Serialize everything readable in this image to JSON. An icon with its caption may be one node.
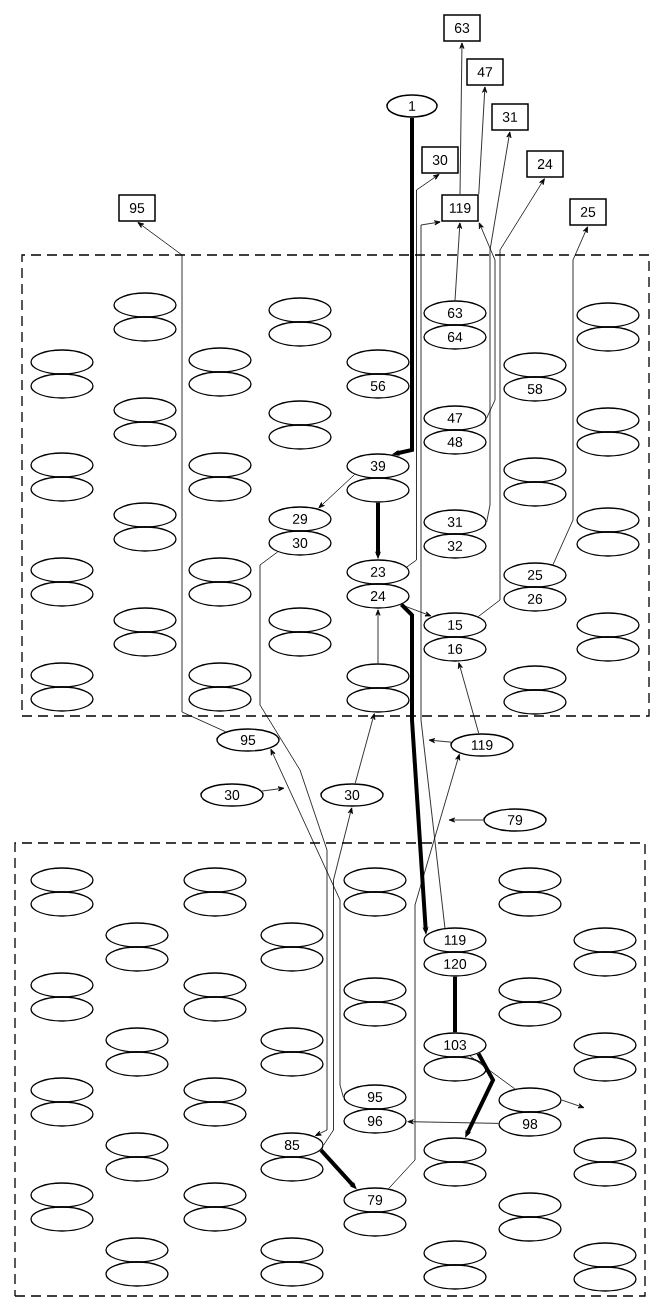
{
  "diagram": {
    "nodes": [
      {
        "text": [
          "63"
        ]
      },
      {
        "text": [
          "47"
        ]
      },
      {
        "text": [
          "1"
        ]
      },
      {
        "text": [
          "31"
        ]
      },
      {
        "text": [
          "30"
        ]
      },
      {
        "text": [
          "24"
        ]
      },
      {
        "text": [
          "95"
        ]
      },
      {
        "text": [
          "119"
        ]
      },
      {
        "text": [
          "25"
        ]
      },
      {
        "text": [],
        "shape": "box"
      },
      {
        "text": [],
        "shape": "ellipse",
        "in": 9
      },
      {
        "text": [],
        "shape": "ellipse",
        "in": 9
      },
      {
        "text": [],
        "shape": "ellipse",
        "in": 9
      },
      {
        "text": [],
        "shape": "ellipse",
        "in": 9
      },
      {
        "text": [],
        "shape": "ellipse",
        "in": 9
      },
      {
        "text": [],
        "shape": "ellipse",
        "in": 9
      },
      {
        "text": [],
        "shape": "ellipse",
        "in": 9
      },
      {
        "text": [],
        "shape": "ellipse",
        "in": 9
      },
      {
        "text": [],
        "shape": "ellipse",
        "in": 9
      },
      {
        "text": [],
        "shape": "ellipse",
        "in": 9
      },
      {
        "text": [],
        "shape": "ellipse",
        "in": 9
      },
      {
        "text": [],
        "shape": "ellipse",
        "in": 9
      },
      {
        "text": [],
        "shape": "ellipse",
        "in": 9
      },
      {
        "text": [],
        "shape": "ellipse",
        "in": 9
      },
      {
        "text": [],
        "shape": "ellipse",
        "in": 9
      },
      {
        "text": [],
        "shape": "ellipse",
        "in": 9
      },
      {
        "text": [],
        "shape": "ellipse",
        "in": 9
      },
      {
        "text": [],
        "shape": "ellipse",
        "in": 9
      },
      {
        "text": [],
        "shape": "ellipse",
        "in": 9
      },
      {
        "text": [],
        "shape": "ellipse",
        "in": 9
      },
      {
        "text": [],
        "shape": "ellipse",
        "in": 9
      },
      {
        "text": [],
        "shape": "ellipse",
        "in": 9
      },
      {
        "text": [],
        "shape": "ellipse",
        "in": 9
      },
      {
        "text": [],
        "shape": "ellipse",
        "in": 9
      },
      {
        "text": [],
        "shape": "ellipse",
        "in": 9
      },
      {
        "text": [],
        "shape": "ellipse",
        "in": 9
      },
      {
        "text": [],
        "shape": "ellipse",
        "in": 9
      },
      {
        "text": [],
        "shape": "ellipse",
        "in": 9
      },
      {
        "text": [
          "29"
        ],
        "in": 9
      },
      {
        "text": [
          "30"
        ],
        "in": 9
      },
      {
        "text": [],
        "shape": "ellipse",
        "in": 9
      },
      {
        "text": [],
        "shape": "ellipse",
        "in": 9
      },
      {
        "text": [],
        "shape": "ellipse",
        "in": 9
      },
      {
        "text": [
          "56"
        ],
        "in": 9
      },
      {
        "text": [
          "39"
        ],
        "in": 9
      },
      {
        "text": [],
        "shape": "ellipse",
        "in": 9
      },
      {
        "text": [
          "23"
        ],
        "in": 9
      },
      {
        "text": [
          "24"
        ],
        "in": 9
      },
      {
        "text": [],
        "shape": "ellipse",
        "in": 9
      },
      {
        "text": [],
        "shape": "ellipse",
        "in": 9
      },
      {
        "text": [
          "63"
        ],
        "in": 9
      },
      {
        "text": [
          "64"
        ],
        "in": 9
      },
      {
        "text": [
          "47"
        ],
        "in": 9
      },
      {
        "text": [
          "48"
        ],
        "in": 9
      },
      {
        "text": [
          "31"
        ],
        "in": 9
      },
      {
        "text": [
          "32"
        ],
        "in": 9
      },
      {
        "text": [
          "15"
        ],
        "in": 9
      },
      {
        "text": [
          "16"
        ],
        "in": 9
      },
      {
        "text": [],
        "shape": "ellipse",
        "in": 9
      },
      {
        "text": [
          "58"
        ],
        "in": 9
      },
      {
        "text": [],
        "shape": "ellipse",
        "in": 9
      },
      {
        "text": [],
        "shape": "ellipse",
        "in": 9
      },
      {
        "text": [
          "25"
        ],
        "in": 9
      },
      {
        "text": [
          "26"
        ],
        "in": 9
      },
      {
        "text": [],
        "shape": "ellipse",
        "in": 9
      },
      {
        "text": [],
        "shape": "ellipse",
        "in": 9
      },
      {
        "text": [],
        "shape": "ellipse",
        "in": 9
      },
      {
        "text": [],
        "shape": "ellipse",
        "in": 9
      },
      {
        "text": [],
        "shape": "ellipse",
        "in": 9
      },
      {
        "text": [],
        "shape": "ellipse",
        "in": 9
      },
      {
        "text": [],
        "shape": "ellipse",
        "in": 9
      },
      {
        "text": [],
        "shape": "ellipse",
        "in": 9
      },
      {
        "text": [],
        "shape": "ellipse",
        "in": 9
      },
      {
        "text": [],
        "shape": "ellipse",
        "in": 9
      },
      {
        "text": [
          "95"
        ]
      },
      {
        "text": [
          "119"
        ]
      },
      {
        "text": [
          "30"
        ]
      },
      {
        "text": [
          "30"
        ]
      },
      {
        "text": [
          "79"
        ]
      },
      {
        "text": [],
        "shape": "box"
      },
      {
        "text": [],
        "shape": "ellipse",
        "in": 79
      },
      {
        "text": [],
        "shape": "ellipse",
        "in": 79
      },
      {
        "text": [],
        "shape": "ellipse",
        "in": 79
      },
      {
        "text": [],
        "shape": "ellipse",
        "in": 79
      },
      {
        "text": [],
        "shape": "ellipse",
        "in": 79
      },
      {
        "text": [],
        "shape": "ellipse",
        "in": 79
      },
      {
        "text": [],
        "shape": "ellipse",
        "in": 79
      },
      {
        "text": [],
        "shape": "ellipse",
        "in": 79
      },
      {
        "text": [],
        "shape": "ellipse",
        "in": 79
      },
      {
        "text": [],
        "shape": "ellipse",
        "in": 79
      },
      {
        "text": [],
        "shape": "ellipse",
        "in": 79
      },
      {
        "text": [],
        "shape": "ellipse",
        "in": 79
      },
      {
        "text": [],
        "shape": "ellipse",
        "in": 79
      },
      {
        "text": [],
        "shape": "ellipse",
        "in": 79
      },
      {
        "text": [],
        "shape": "ellipse",
        "in": 79
      },
      {
        "text": [],
        "shape": "ellipse",
        "in": 79
      },
      {
        "text": [],
        "shape": "ellipse",
        "in": 79
      },
      {
        "text": [],
        "shape": "ellipse",
        "in": 79
      },
      {
        "text": [],
        "shape": "ellipse",
        "in": 79
      },
      {
        "text": [],
        "shape": "ellipse",
        "in": 79
      },
      {
        "text": [],
        "shape": "ellipse",
        "in": 79
      },
      {
        "text": [],
        "shape": "ellipse",
        "in": 79
      },
      {
        "text": [],
        "shape": "ellipse",
        "in": 79
      },
      {
        "text": [],
        "shape": "ellipse",
        "in": 79
      },
      {
        "text": [],
        "shape": "ellipse",
        "in": 79
      },
      {
        "text": [],
        "shape": "ellipse",
        "in": 79
      },
      {
        "text": [],
        "shape": "ellipse",
        "in": 79
      },
      {
        "text": [],
        "shape": "ellipse",
        "in": 79
      },
      {
        "text": [
          "85"
        ],
        "in": 79
      },
      {
        "text": [],
        "shape": "ellipse",
        "in": 79
      },
      {
        "text": [],
        "shape": "ellipse",
        "in": 79
      },
      {
        "text": [],
        "shape": "ellipse",
        "in": 79
      },
      {
        "text": [],
        "shape": "ellipse",
        "in": 79
      },
      {
        "text": [],
        "shape": "ellipse",
        "in": 79
      },
      {
        "text": [],
        "shape": "ellipse",
        "in": 79
      },
      {
        "text": [],
        "shape": "ellipse",
        "in": 79
      },
      {
        "text": [
          "95"
        ],
        "in": 79
      },
      {
        "text": [
          "96"
        ],
        "in": 79
      },
      {
        "text": [
          "79"
        ],
        "in": 79
      },
      {
        "text": [],
        "shape": "ellipse",
        "in": 79
      },
      {
        "text": [
          "119"
        ],
        "in": 79
      },
      {
        "text": [
          "120"
        ],
        "in": 79
      },
      {
        "text": [
          "103"
        ],
        "in": 79
      },
      {
        "text": [],
        "shape": "ellipse",
        "in": 79
      },
      {
        "text": [],
        "shape": "ellipse",
        "in": 79
      },
      {
        "text": [],
        "shape": "ellipse",
        "in": 79
      },
      {
        "text": [],
        "shape": "ellipse",
        "in": 79
      },
      {
        "text": [],
        "shape": "ellipse",
        "in": 79
      },
      {
        "text": [],
        "shape": "ellipse",
        "in": 79
      },
      {
        "text": [],
        "shape": "ellipse",
        "in": 79
      },
      {
        "text": [],
        "shape": "ellipse",
        "in": 79
      },
      {
        "text": [],
        "shape": "ellipse",
        "in": 79
      },
      {
        "text": [],
        "shape": "ellipse",
        "in": 79
      },
      {
        "text": [
          "98"
        ],
        "in": 79
      },
      {
        "text": [],
        "shape": "ellipse",
        "in": 79
      },
      {
        "text": [],
        "shape": "ellipse",
        "in": 79
      },
      {
        "text": [],
        "shape": "ellipse",
        "in": 79
      },
      {
        "text": [],
        "shape": "ellipse",
        "in": 79
      },
      {
        "text": [],
        "shape": "ellipse",
        "in": 79
      },
      {
        "text": [],
        "shape": "ellipse",
        "in": 79
      },
      {
        "text": [],
        "shape": "ellipse",
        "in": 79
      },
      {
        "text": [],
        "shape": "ellipse",
        "in": 79
      },
      {
        "text": [],
        "shape": "ellipse",
        "in": 79
      },
      {
        "text": [],
        "shape": "ellipse",
        "in": 79
      }
    ],
    "edges": [
      {
        "from": 2,
        "to": 44,
        "arrow": "to",
        "style": "thick"
      },
      {
        "from": 44,
        "to": 38,
        "arrow": "to"
      },
      {
        "from": 45,
        "to": 46,
        "arrow": "to",
        "style": "thick"
      },
      {
        "from": 47,
        "to": 120,
        "arrow": "to",
        "style": "thick"
      },
      {
        "from": 121,
        "to": 122,
        "arrow": "none",
        "style": "thick"
      },
      {
        "from": 122,
        "to": 124,
        "arrow": "to",
        "style": "thick"
      },
      {
        "from": 47,
        "to": 56,
        "arrow": "to"
      },
      {
        "from": 56,
        "to": 5,
        "arrow": "to"
      },
      {
        "from": 46,
        "to": 4,
        "arrow": "to"
      },
      {
        "from": 62,
        "to": 8,
        "arrow": "to"
      },
      {
        "from": 50,
        "to": 7,
        "arrow": "to"
      },
      {
        "from": 52,
        "to": 7,
        "arrow": "to"
      },
      {
        "from": 7,
        "to": 0,
        "arrow": "to"
      },
      {
        "from": 7,
        "to": 1,
        "arrow": "to"
      },
      {
        "from": 54,
        "to": 3,
        "arrow": "to"
      },
      {
        "from": 120,
        "to": 7,
        "arrow": "to"
      },
      {
        "from": 75,
        "to": 57,
        "arrow": "to"
      },
      {
        "from": 118,
        "to": 75,
        "arrow": "to"
      },
      {
        "from": 78,
        "to": null,
        "arrow": "to"
      },
      {
        "from": 116,
        "to": 74,
        "arrow": "to"
      },
      {
        "from": 74,
        "to": 6,
        "arrow": "to"
      },
      {
        "from": 76,
        "to": null,
        "arrow": "to"
      },
      {
        "from": 39,
        "to": 108,
        "arrow": "to"
      },
      {
        "from": 108,
        "to": 77,
        "arrow": "to"
      },
      {
        "from": 77,
        "to": 49,
        "arrow": "to"
      },
      {
        "from": 48,
        "to": 47,
        "arrow": "to"
      },
      {
        "from": 108,
        "to": 118,
        "arrow": "to",
        "style": "thick"
      },
      {
        "from": 133,
        "to": 117,
        "arrow": "to"
      },
      {
        "from": 122,
        "to": 132,
        "arrow": "none"
      },
      {
        "from": 132,
        "to": null,
        "arrow": "to"
      },
      {
        "from": 75,
        "to": null,
        "arrow": "to"
      }
    ]
  }
}
